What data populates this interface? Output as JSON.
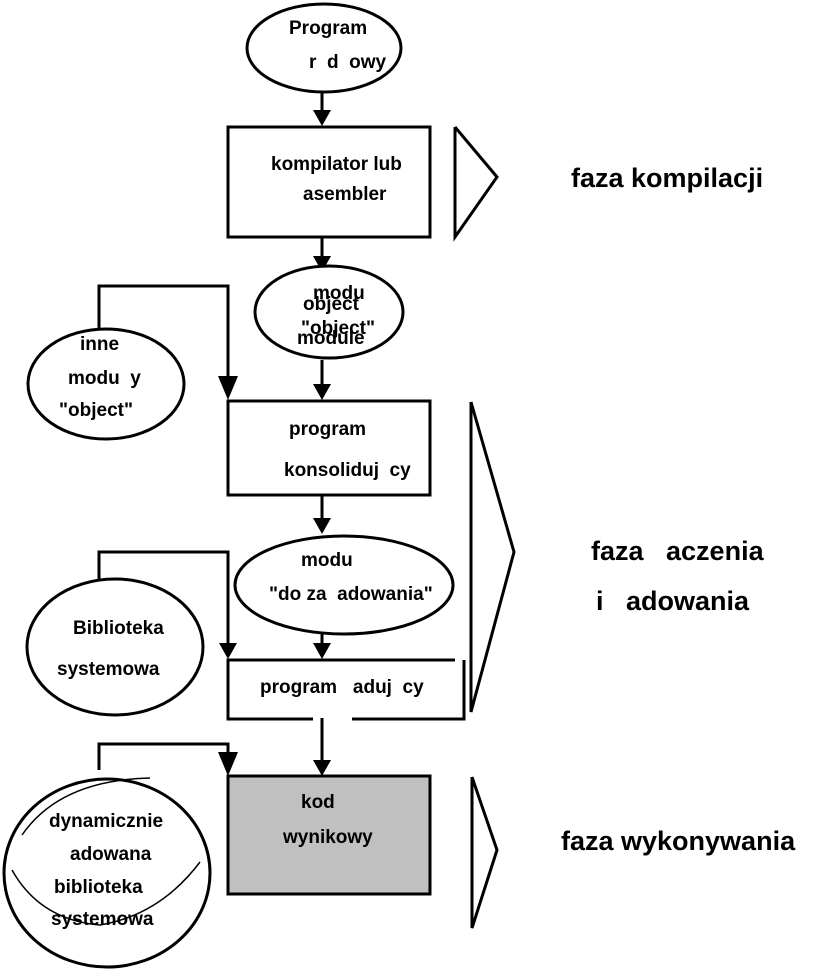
{
  "colors": {
    "line": "#000000",
    "background": "#ffffff",
    "result_box_fill": "#c0c0c0"
  },
  "nodes": {
    "source_program": {
      "lines": [
        "Program",
        "r  d  owy"
      ]
    },
    "compiler": {
      "lines": [
        "kompilator lub",
        "asembler"
      ]
    },
    "object_module": {
      "lines_front": [
        "modu",
        "\"object\""
      ],
      "lines_back": [
        "object",
        "module"
      ]
    },
    "other_modules": {
      "lines": [
        "inne",
        "modu  y",
        "\"object\""
      ]
    },
    "linker": {
      "lines": [
        "program",
        "konsoliduj  cy"
      ]
    },
    "load_module": {
      "lines": [
        "modu",
        "\"do za  adowania\""
      ]
    },
    "system_library": {
      "lines": [
        "Biblioteka",
        "systemowa"
      ]
    },
    "loader": {
      "lines": [
        "program   aduj  cy"
      ]
    },
    "result_code": {
      "lines": [
        "kod",
        "wynikowy"
      ]
    },
    "dynamic_library": {
      "lines": [
        "dynamicznie",
        "adowana",
        "biblioteka",
        "systemowa"
      ]
    }
  },
  "phases": {
    "compile": {
      "lines": [
        "faza kompilacji"
      ]
    },
    "link_load": {
      "lines": [
        "faza   aczenia",
        "i   adowania"
      ]
    },
    "execute": {
      "lines": [
        "faza wykonywania"
      ]
    }
  }
}
